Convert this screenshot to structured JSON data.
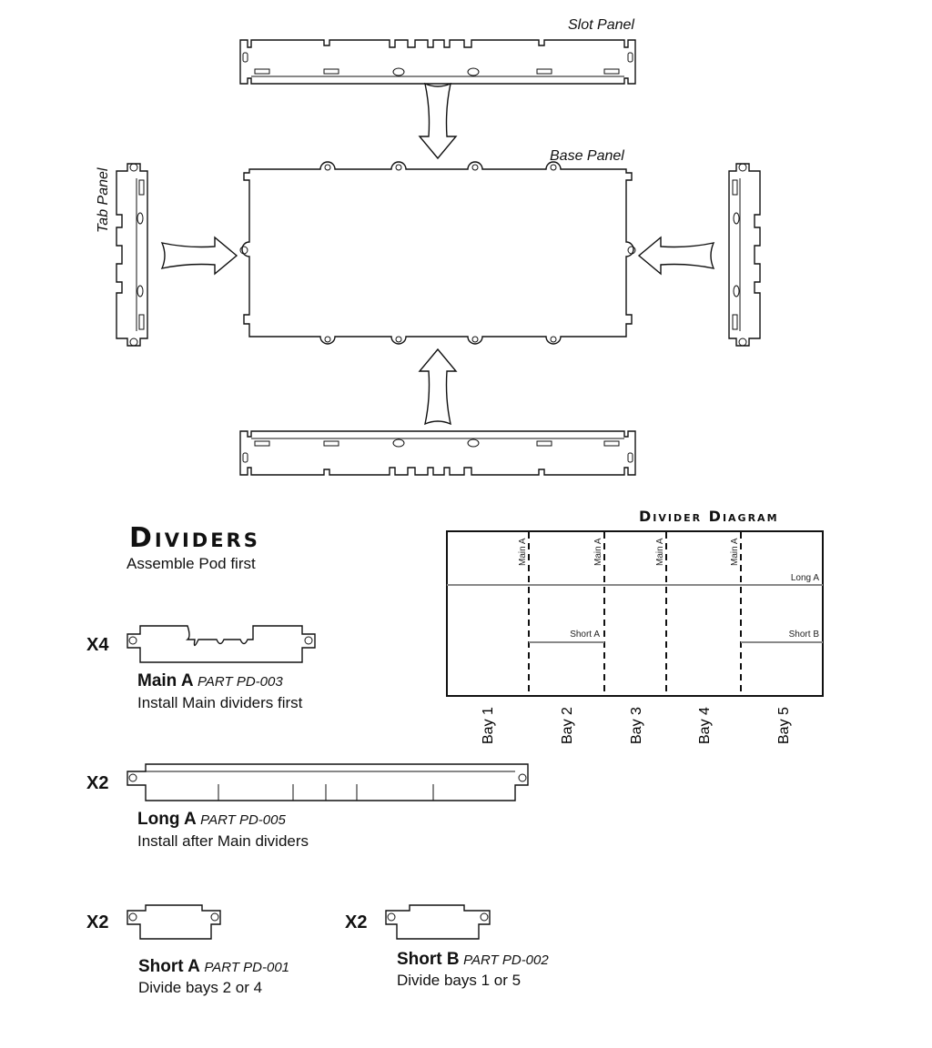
{
  "assembly": {
    "slot_panel_label": "Slot Panel",
    "base_panel_label": "Base Panel",
    "tab_panel_label": "Tab Panel"
  },
  "dividers_section": {
    "title": "Dividers",
    "subtitle": "Assemble Pod first",
    "parts": [
      {
        "qty": "X4",
        "name": "Main A",
        "part": "PART PD-003",
        "note": "Install Main dividers first"
      },
      {
        "qty": "X2",
        "name": "Long A",
        "part": "PART PD-005",
        "note": "Install after Main dividers"
      },
      {
        "qty": "X2",
        "name": "Short A",
        "part": "PART PD-001",
        "note": "Divide bays 2 or 4"
      },
      {
        "qty": "X2",
        "name": "Short B",
        "part": "PART PD-002",
        "note": "Divide bays 1 or 5"
      }
    ]
  },
  "divider_diagram": {
    "title": "Divider Diagram",
    "bays": [
      "Bay 1",
      "Bay 2",
      "Bay 3",
      "Bay 4",
      "Bay 5"
    ],
    "main_divider_labels": [
      "Main A",
      "Main A",
      "Main A",
      "Main A"
    ],
    "long_label": "Long A",
    "short_a_label": "Short A",
    "short_b_label": "Short B"
  }
}
